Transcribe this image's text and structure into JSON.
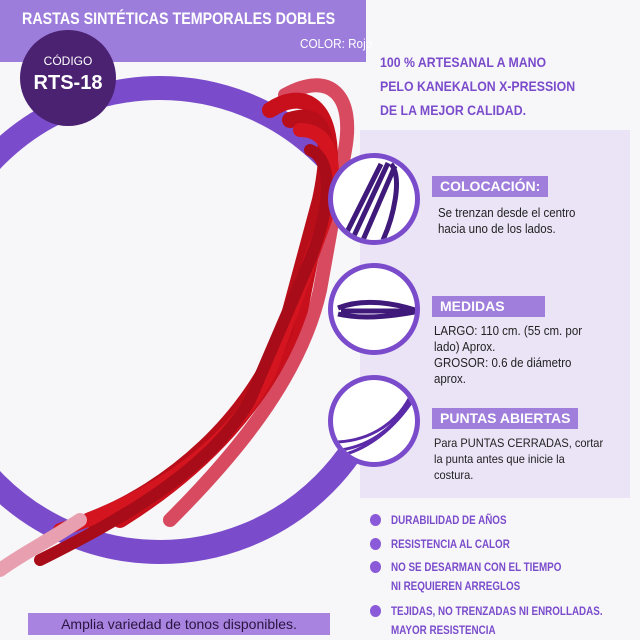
{
  "header": {
    "title": "RASTAS SINTÉTICAS TEMPORALES DOBLES",
    "color_label": "COLOR: Rojo"
  },
  "badge": {
    "label": "CÓDIGO",
    "code": "RTS-18"
  },
  "headline": [
    "100 % ARTESANAL A MANO",
    "PELO KANEKALON X-PRESSION",
    "DE LA MEJOR CALIDAD."
  ],
  "features": [
    {
      "title": "COLOCACIÓN:",
      "lines": [
        "Se trenzan desde el centro",
        "hacia uno de los lados."
      ]
    },
    {
      "title": "MEDIDAS",
      "lines": [
        "LARGO: 110 cm. (55 cm. por",
        "lado) Aprox.",
        "GROSOR: 0.6 de diámetro",
        "aprox."
      ]
    },
    {
      "title": "PUNTAS ABIERTAS",
      "lines": [
        "Para PUNTAS CERRADAS, cortar",
        "la punta antes que inicie la",
        "costura."
      ]
    }
  ],
  "bullets": [
    [
      "DURABILIDAD DE AÑOS"
    ],
    [
      "RESISTENCIA AL CALOR"
    ],
    [
      "NO SE DESARMAN CON EL TIEMPO",
      "NI REQUIEREN ARREGLOS"
    ],
    [
      "TEJIDAS, NO TRENZADAS NI ENROLLADAS.",
      "MAYOR RESISTENCIA"
    ]
  ],
  "footer": "Amplia variedad de tonos disponibles.",
  "colors": {
    "primary": "#7a4ccc",
    "header": "#9d7ddb",
    "badge": "#4b2171",
    "panel": "#ebe3f6",
    "product": "#c8101c"
  }
}
